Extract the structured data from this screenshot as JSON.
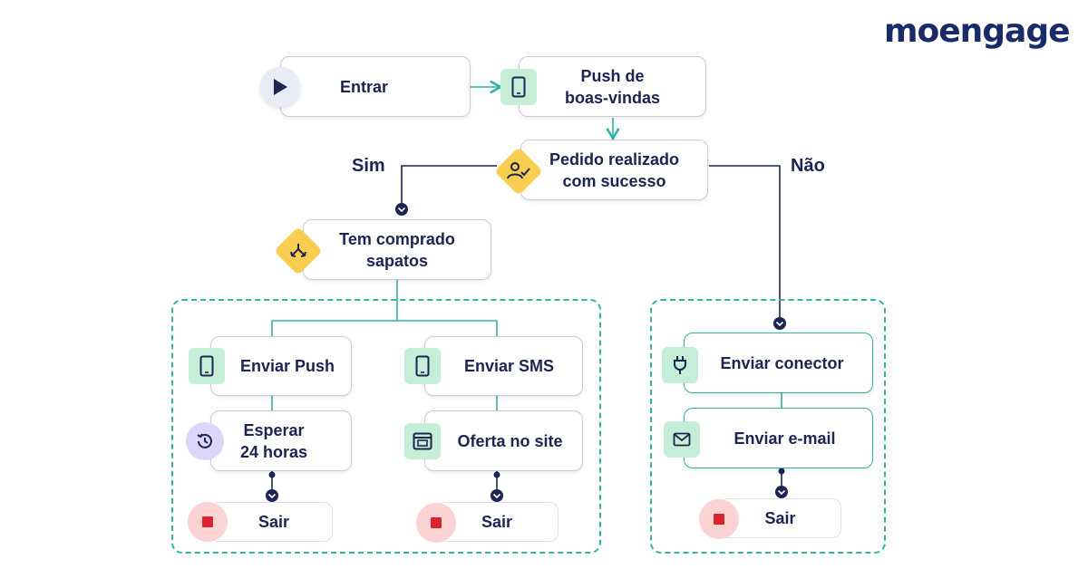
{
  "brand": {
    "logo": "moengage"
  },
  "flow": {
    "entrar": "Entrar",
    "push_boas_vindas": "Push de\nboas-vindas",
    "pedido": "Pedido realizado\ncom sucesso",
    "sim": "Sim",
    "nao": "Não",
    "tem_comprado": "Tem comprado\nsapatos",
    "enviar_push": "Enviar Push",
    "enviar_sms": "Enviar SMS",
    "esperar": "Esperar\n24 horas",
    "oferta": "Oferta no site",
    "enviar_conector": "Enviar conector",
    "enviar_email": "Enviar e-mail",
    "sair": "Sair"
  },
  "colors": {
    "navy": "#1b2452",
    "teal": "#34b3a4",
    "green_icon_bg": "#c5eed6",
    "yellow_diamond": "#f8cd50",
    "exit_red": "#d9232f",
    "exit_bg": "#fbd3d3",
    "wait_purple_bg": "#ddd6fb"
  }
}
